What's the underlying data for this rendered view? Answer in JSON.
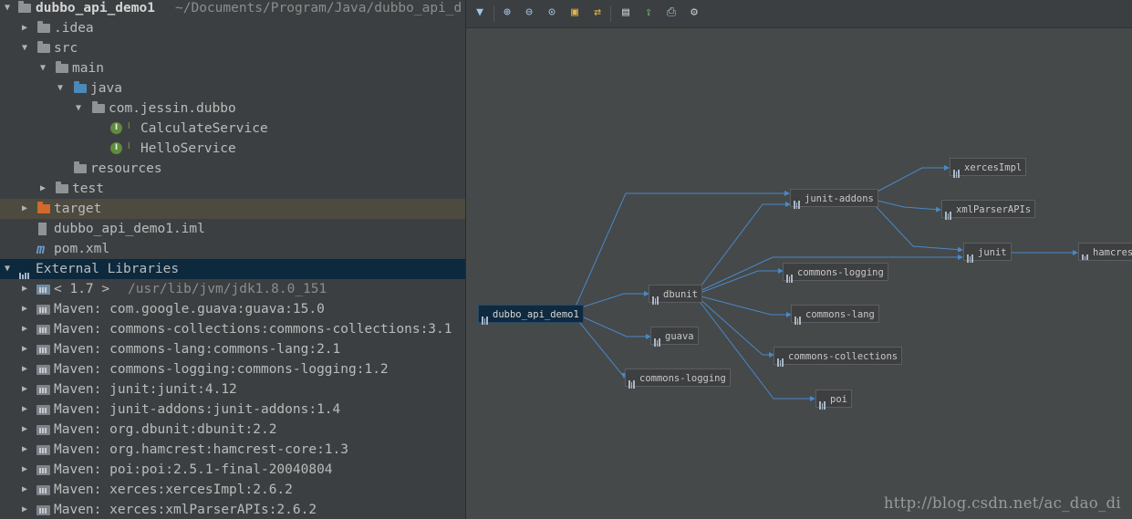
{
  "project_tree": {
    "root": {
      "name": "dubbo_api_demo1",
      "path": "~/Documents/Program/Java/dubbo_api_d"
    },
    "items": [
      {
        "label": ".idea",
        "type": "folder"
      },
      {
        "label": "src",
        "type": "folder"
      },
      {
        "label": "main",
        "type": "folder"
      },
      {
        "label": "java",
        "type": "source-folder"
      },
      {
        "label": "com.jessin.dubbo",
        "type": "package"
      },
      {
        "label": "CalculateService",
        "type": "interface"
      },
      {
        "label": "HelloService",
        "type": "interface"
      },
      {
        "label": "resources",
        "type": "resources-folder"
      },
      {
        "label": "test",
        "type": "folder"
      },
      {
        "label": "target",
        "type": "excluded-folder"
      },
      {
        "label": "dubbo_api_demo1.iml",
        "type": "iml-file"
      },
      {
        "label": "pom.xml",
        "type": "maven-file"
      }
    ],
    "external_libraries": {
      "label": "External Libraries",
      "jdk": {
        "label": "< 1.7 >",
        "path": "/usr/lib/jvm/jdk1.8.0_151"
      },
      "libraries": [
        "Maven: com.google.guava:guava:15.0",
        "Maven: commons-collections:commons-collections:3.1",
        "Maven: commons-lang:commons-lang:2.1",
        "Maven: commons-logging:commons-logging:1.2",
        "Maven: junit:junit:4.12",
        "Maven: junit-addons:junit-addons:1.4",
        "Maven: org.dbunit:dbunit:2.2",
        "Maven: org.hamcrest:hamcrest-core:1.3",
        "Maven: poi:poi:2.5.1-final-20040804",
        "Maven: xerces:xercesImpl:2.6.2",
        "Maven: xerces:xmlParserAPIs:2.6.2"
      ]
    }
  },
  "toolbar": {
    "icons": [
      "filter-icon",
      "zoom-in-icon",
      "zoom-out-icon",
      "actual-size-icon",
      "fit-content-icon",
      "layout-icon",
      "save-icon",
      "export-icon",
      "print-icon",
      "settings-icon"
    ]
  },
  "dependency_graph": {
    "nodes": {
      "root": "dubbo_api_demo1",
      "dbunit": "dbunit",
      "guava": "guava",
      "commons_logging_a": "commons-logging",
      "junit_addons": "junit-addons",
      "commons_logging_b": "commons-logging",
      "commons_lang": "commons-lang",
      "commons_collections": "commons-collections",
      "poi": "poi",
      "xerces_impl": "xercesImpl",
      "xml_parser_apis": "xmlParserAPIs",
      "junit": "junit",
      "hamcrest": "hamcrest-core"
    },
    "edge_color": "#4a88c7"
  },
  "watermark": "http://blog.csdn.net/ac_dao_di"
}
